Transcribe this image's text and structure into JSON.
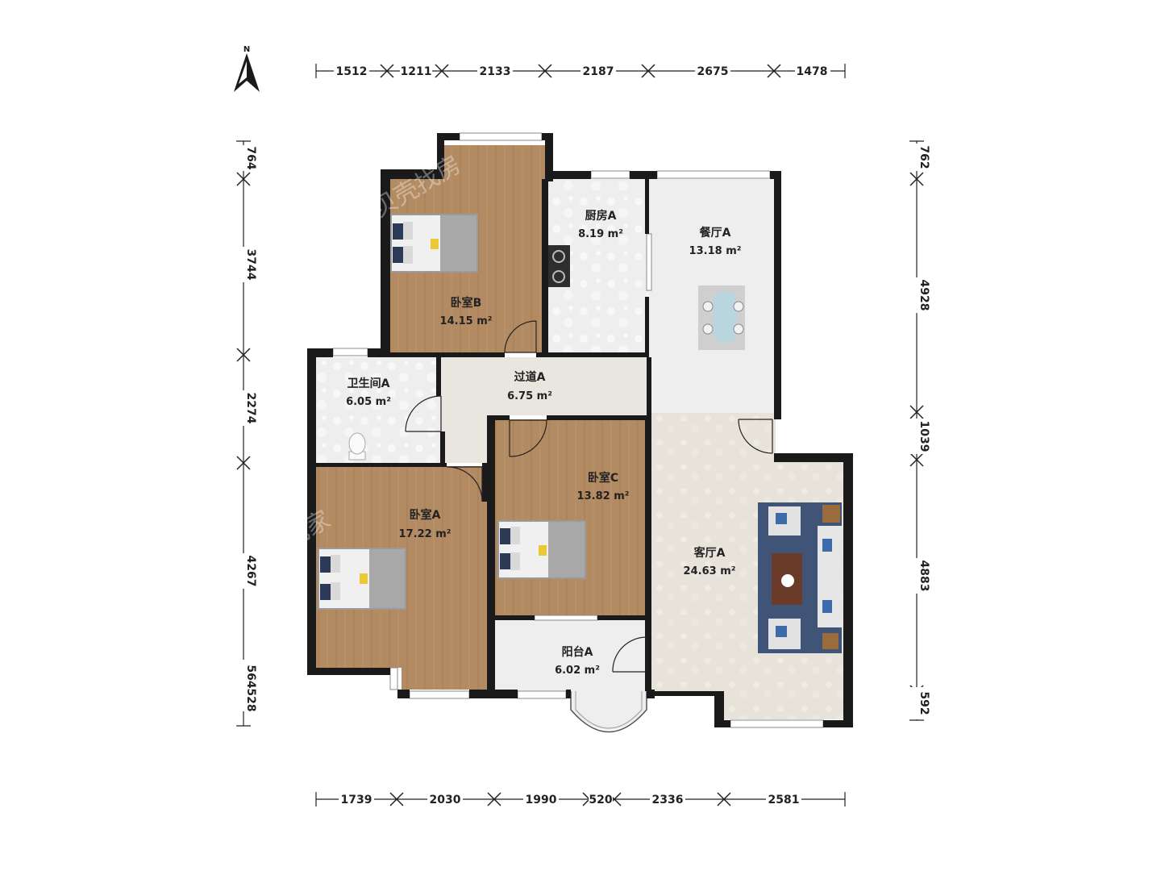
{
  "compass": {
    "label": "N"
  },
  "dimensions": {
    "top": [
      "1512",
      "1211",
      "2133",
      "2187",
      "2675",
      "1478"
    ],
    "bottom": [
      "1739",
      "2030",
      "1990",
      "520",
      "2336",
      "2581"
    ],
    "left": [
      "764",
      "3744",
      "2274",
      "4267",
      "564",
      "528"
    ],
    "right": [
      "762",
      "4928",
      "1039",
      "4883",
      "592"
    ]
  },
  "rooms": {
    "bedroom_b": {
      "name": "卧室B",
      "area": "14.15 m²"
    },
    "kitchen_a": {
      "name": "厨房A",
      "area": "8.19 m²"
    },
    "dining_a": {
      "name": "餐厅A",
      "area": "13.18 m²"
    },
    "bathroom_a": {
      "name": "卫生间A",
      "area": "6.05 m²"
    },
    "corridor_a": {
      "name": "过道A",
      "area": "6.75 m²"
    },
    "bedroom_c": {
      "name": "卧室C",
      "area": "13.82 m²"
    },
    "bedroom_a": {
      "name": "卧室A",
      "area": "17.22 m²"
    },
    "living_a": {
      "name": "客厅A",
      "area": "24.63 m²"
    },
    "balcony_a": {
      "name": "阳台A",
      "area": "6.02 m²"
    }
  },
  "watermarks": [
    "贝壳找房",
    "找家"
  ],
  "colors": {
    "wall": "#1a1a1a",
    "wood": "#b08861",
    "tile": "#eeeeee",
    "living_floor": "#e8e4dc",
    "corridor_floor": "#e9e6df"
  }
}
